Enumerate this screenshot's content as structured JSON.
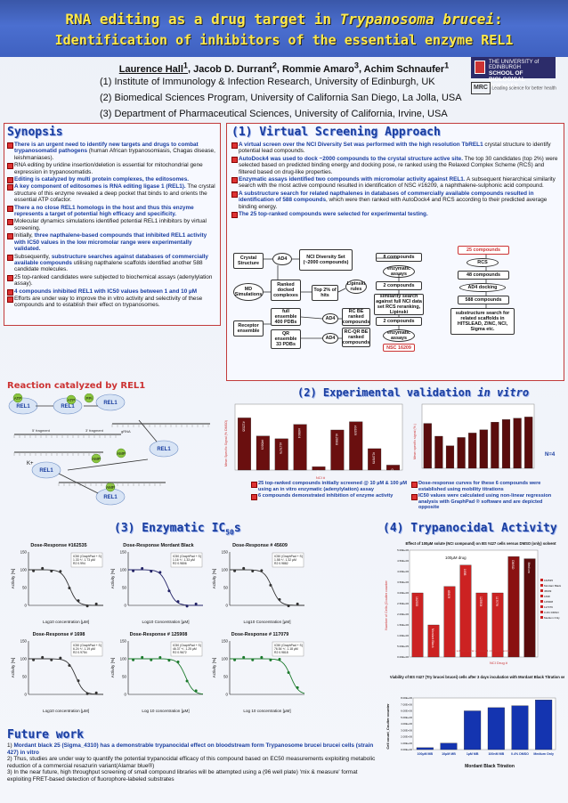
{
  "header": {
    "title_line1": "RNA editing as a drug target in ",
    "title_line1_italic": "Trypanosoma brucei",
    "title_line1_end": ":",
    "title_line2": "Identification of inhibitors of the essential enzyme REL1",
    "authors": [
      {
        "name": "Laurence Hall",
        "sup": "1"
      },
      {
        "name": "Jacob D. Durrant",
        "sup": "2"
      },
      {
        "name": "Rommie Amaro",
        "sup": "3"
      },
      {
        "name": "Achim Schnaufer",
        "sup": "1"
      }
    ],
    "affiliations": [
      "(1) Institute of Immunology & Infection Research, University of Edinburgh, UK",
      "(2) Biomedical Sciences Program, University of California San Diego, La Jolla, USA",
      "(3) Department of Pharmaceutical Sciences, University of California, Irvine, USA"
    ],
    "logo_uoe_line1": "THE UNIVERSITY of EDINBURGH",
    "logo_uoe_line2": "SCHOOL OF BIOLOGICAL SCIENCES",
    "logo_mrc_abbr": "MRC",
    "logo_mrc_tagline": "Leading science for better health"
  },
  "synopsis": {
    "title": "Synopsis",
    "bullets": [
      {
        "bold": "There is an urgent need to identify new targets and drugs to combat trypanosomatid pathogens",
        "rest": " (human African trypanosomiasis, Chagas disease, leishmaniases)."
      },
      {
        "bold": "",
        "rest": "RNA editing by uridine insertion/deletion is essential for mitochondrial gene expression in trypanosomatids."
      },
      {
        "bold": "Editing is catalyzed by multi protein complexes, the editosomes.",
        "rest": ""
      },
      {
        "bold": "A key component of editosomes is RNA editing ligase 1 (REL1).",
        "rest": " The crystal structure of this enzyme revealed a deep pocket that binds to and orients the essential ATP cofactor."
      },
      {
        "bold": "There a no close REL1 homologs in the host and thus this enzyme represents a target of potential high efficacy and specificity.",
        "rest": ""
      },
      {
        "bold": "",
        "rest": "Molecular dynamics simulations identified potential REL1 inhibitors by virtual screening."
      },
      {
        "bold": "three napthalene-based compounds that inhibited REL1 activity with IC50 values in the low micromolar range were experimentally validated.",
        "rest": "Initially, "
      },
      {
        "bold": "substructure searches against databases of commercially available compounds",
        "rest": "Subsequently, ",
        "tail": " utilising napthalene scaffolds identified another 588 candidate molecules."
      },
      {
        "bold": "",
        "rest": "25 top-ranked candidates were subjected to biochemical assays (adenylylation assay)."
      },
      {
        "bold": "4 compounds inhibited REL1 with IC50 values between 1 and 10 µM",
        "rest": ""
      },
      {
        "bold": "",
        "rest": "Efforts are under way to improve the in vitro activity and selectivity of these compounds and to establish their effect on trypanosomes."
      }
    ]
  },
  "virtual_screening": {
    "title": "(1) Virtual Screening Approach",
    "bullets": [
      {
        "bold": "A virtual screen over the NCI Diversity Set was performed with the high resolution TbREL1",
        "rest": " crystal structure to identify potential lead compounds."
      },
      {
        "bold": "AutoDock4 was used to dock ~2000 compounds to the crystal structure active site.",
        "rest": " The top 30 candidates (top 2%) were selected based on predicted binding energy and docking pose, re ranked using the Relaxed Complex Scheme (RCS) and filtered based on drug-like properties."
      },
      {
        "bold": "Enzymatic assays identified two compounds with micromolar activity against REL1.",
        "rest": " A subsequent hierarchical similarity search with the most active compound resulted in identification of NSC #16209, a naphthalene-sulphonic acid compound."
      },
      {
        "bold": "A substructure search for related napthalenes in databases of commercially available compounds resulted in identification of 588 compounds",
        "rest": ", which were then ranked with AutoDock4 and RCS according to their predicted average binding energy."
      },
      {
        "bold": "The 25 top-ranked compounds were selected for experimental testing.",
        "rest": ""
      }
    ],
    "flow": {
      "crystal": "Crystal Structure",
      "ad4": "AD4",
      "nci": "NCI Diversity Set (~2000 compounds)",
      "md": "MD Simulations",
      "ranked_docked": "Ranked docked complexes",
      "top2": "Top 2% of hits",
      "lipinski": "Lipinski rules",
      "full_ensemble": "full ensemble 400 PDBs",
      "ad4b": "AD4",
      "rc_be": "RC BE ranked compounds",
      "receptor": "Receptor ensemble",
      "qr": "QR ensemble 33 PDBs",
      "ad4c": "AD4",
      "rc_qr": "RC-QR BE ranked compounds",
      "c8": "8 compounds",
      "enz1": "enzymatic assays",
      "c2": "2 compounds",
      "sim": "similarity search against full NCI data set RCS reranking, Lipinski",
      "c2b": "2 compounds",
      "enz2": "enzymatic assays",
      "nsc": "NSC 16209",
      "c25": "25 compounds",
      "rcs": "RCS",
      "c48": "48 compounds",
      "ad4dock": "AD4 docking",
      "c588": "588 compounds",
      "sub": "substructure search for related scaffolds in HITSLEAD, ZINC, NCI, Sigma etc."
    }
  },
  "reaction": {
    "title": "Reaction catalyzed by REL1",
    "labels": [
      "ATP",
      "ATP",
      "PPi",
      "REL1",
      "REL1",
      "AMP",
      "REL1",
      "AMP",
      "REL1",
      "K+",
      "REL1",
      "AMP",
      "REL1",
      "5' fragment",
      "3' fragment",
      "gRNA",
      "K",
      "P",
      "OH"
    ]
  },
  "validation": {
    "title_pre": "(2) Experimental validation ",
    "title_italic": "in vitro",
    "ylabel_left": "Mean Specific Signal (% DMSO)",
    "xlabel_left": "NCI #",
    "ylabel_right": "Mean specific signal (% )",
    "notes_left": [
      "25 top-ranked compounds initially screened @ 10 µM & 100 µM using an in vitro enzymatic (adenylylation) assay",
      "6 compounds demonstrated inhibition of enzyme activity"
    ],
    "notes_right": [
      "Dose-response curves for these 6 compounds were established using mobility titrations",
      "IC50 values were calculated using non-linear regression analysis with GraphPad ® software and are depicted opposite"
    ],
    "right_label": "N=4",
    "left_bars": [
      {
        "label": "#12535",
        "value": 95
      },
      {
        "label": "#45609",
        "value": 62
      },
      {
        "label": "#117079",
        "value": 57
      },
      {
        "label": "#45604",
        "value": 83
      },
      {
        "label": "#1698",
        "value": 6
      },
      {
        "label": "#125908",
        "value": 73
      },
      {
        "label": "#16209",
        "value": 88
      },
      {
        "label": "#137879",
        "value": 39
      },
      {
        "label": "C",
        "value": 9
      }
    ],
    "left_ylim": [
      0,
      120
    ],
    "right_bars": [
      {
        "label": "",
        "value": 70
      },
      {
        "label": "",
        "value": 50
      },
      {
        "label": "",
        "value": 35
      },
      {
        "label": "",
        "value": 48
      },
      {
        "label": "",
        "value": 55
      },
      {
        "label": "",
        "value": 60
      },
      {
        "label": "",
        "value": 72
      },
      {
        "label": "",
        "value": 76
      },
      {
        "label": "",
        "value": 78
      },
      {
        "label": "",
        "value": 80
      }
    ]
  },
  "ic50": {
    "title": "(3) Enzymatic IC",
    "title_sub": "50",
    "title_end": "s",
    "panels": [
      {
        "title": "Dose-Response #162535",
        "xlabel": "Log10 concentration [µM]",
        "ylabel": "Activity [%]",
        "ic50": "IC50 (GraphPad + S)",
        "value": "1.33 +/- 1.73 µM",
        "r2": "R2 0.994",
        "color": "#333333",
        "mid": 0.3
      },
      {
        "title": "Dose-Response Mordant Black",
        "xlabel": "Log10 Concentration [µM]",
        "ylabel": "Activity [%]",
        "ic50": "IC50 (GraphPad + S)",
        "value": "1.16 +/- 1.33 µM",
        "r2": "R2 0.9806",
        "color": "#222266",
        "mid": 0.2
      },
      {
        "title": "Dose-Response # 45609",
        "xlabel": "Log10 Concentration [µM]",
        "ylabel": "Activity [%]",
        "ic50": "IC50 (GraphPad + S)",
        "value": "1.58 +/- 1.32 µM",
        "r2": "R2 0.9882",
        "color": "#333333",
        "mid": 0.4
      },
      {
        "title": "Dose-Response # 1698",
        "xlabel": "Log10 concentration [µM]",
        "ylabel": "Activity [%]",
        "ic50": "IC50 (GraphPad + S)",
        "value": "6.24 +/- 1.19 µM",
        "r2": "R2 0.9754",
        "color": "#333333",
        "mid": 0.8
      },
      {
        "title": "Dose-Response # 125908",
        "xlabel": "Log 10 concentration [µM]",
        "ylabel": "Activity [%]",
        "ic50": "IC50 (GraphPad + S)",
        "value": "46.37 +/- 1.25 µM",
        "r2": "R2 0.9672",
        "color": "#1b7a2c",
        "mid": 1.6
      },
      {
        "title": "Dose-Response # 117079",
        "xlabel": "Log 10 concentration [µM]",
        "ylabel": "Activity [%]",
        "ic50": "IC50 (GraphPad + S)",
        "value": "76.54 +/- 1.18 µM",
        "r2": "R2 0.9818",
        "color": "#1b7a2c",
        "mid": 1.9
      }
    ],
    "ylim": [
      0,
      150
    ],
    "yticks": [
      "0",
      "50",
      "100",
      "150"
    ]
  },
  "trypanocidal": {
    "title": "(4) Trypanocidal Activity",
    "chart1_title": "Effect of 100µM solute (NCI compound) on BS #427 cells versus DMSO (only) solvent",
    "chart1_ylabel": "Number of Cells (Coulter counter",
    "chart1_legend": "100µM drug",
    "chart1_note": "(*2 solution, carrier compound, mild interference)",
    "chart1_footer": "NCI Drug #",
    "chart1_yticks": [
      "0.00E+00",
      "5.00E+05",
      "1.00E+06",
      "1.50E+06",
      "2.00E+06",
      "2.50E+06",
      "3.00E+06",
      "3.50E+06",
      "4.00E+06",
      "4.50E+06",
      "5.00E+06"
    ],
    "chart1_bars": [
      {
        "label": "162535",
        "value": 3.0,
        "color": "#cc2222"
      },
      {
        "label": "Mordant Black",
        "value": 1.5,
        "color": "#cc2222"
      },
      {
        "label": "45609",
        "value": 3.3,
        "color": "#cc2222"
      },
      {
        "label": "1698",
        "value": 4.3,
        "color": "#cc2222"
      },
      {
        "label": "125908",
        "value": 3.0,
        "color": "#cc2222"
      },
      {
        "label": "117079",
        "value": 3.0,
        "color": "#cc2222"
      },
      {
        "label": "DMSO",
        "value": 4.7,
        "color": "#8a1111"
      },
      {
        "label": "Medium",
        "value": 4.6,
        "color": "#5a0c0c"
      }
    ],
    "chart1_legend_items": [
      "162535",
      "Mordant Black",
      "45609",
      "1698",
      "125908",
      "117079",
      "0.4% DMSO",
      "Medium Only"
    ],
    "chart2_title": "Viability of BS #427 (Try brucei brucei) cells after 3 days incubation with Mordant Black Titration series",
    "chart2_ylabel": "Cell count_Coulter counter",
    "chart2_xlabel": "Mordant Black Titration",
    "chart2_categories": [
      "100µM MB",
      "10µM MB",
      "1µM MB",
      "100nM MB",
      "0.4% DMSO",
      "Medium Only"
    ],
    "chart2_values": [
      0.3,
      1.0,
      6.0,
      6.5,
      6.8,
      7.7
    ],
    "chart2_yticks": [
      "0.00E+00",
      "1.00E+06",
      "2.00E+06",
      "3.00E+06",
      "4.00E+06",
      "5.00E+06",
      "6.00E+06",
      "7.00E+06",
      "8.00E+06"
    ]
  },
  "future": {
    "title": "Future work",
    "items": [
      {
        "num": "1)",
        "bold": "Mordant black 25 (Sigma_4310) has a demonstrable trypanocidal effect on bloodstream form Trypanosome brucei brucei cells (strain 427) in vitro",
        "rest": ""
      },
      {
        "num": "2)",
        "bold": "",
        "rest": "Thus, studies are under way to quantify the potential trypanocidal efficacy of this compound based on EC50 measurements exploiting metabolic reduction of a commercial resazurin variant(Alamar blue®)"
      },
      {
        "num": "3)",
        "bold": "",
        "rest": "In the near future, high throughput screening of small compound libraries will be attempted using a (96 well plate) 'mix & measure' format exploiting FRET-based detection of fluorophore-labeled substrates"
      }
    ]
  },
  "colors": {
    "accent": "#1a3ea0",
    "banner": "#4b6fd0",
    "title_text": "#ffe94a",
    "bullet_red": "#dd3333"
  }
}
